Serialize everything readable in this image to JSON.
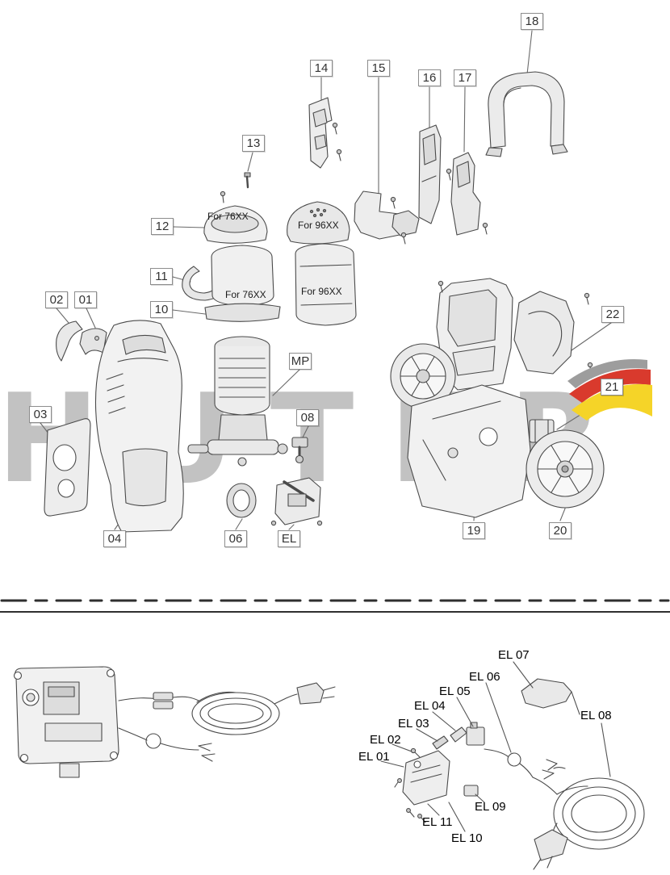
{
  "watermark": {
    "text": "HUTER",
    "color": "#c2c2c2",
    "logo": {
      "red": "#d93a2d",
      "yellow": "#f5d428",
      "gray": "#9d9d9d"
    }
  },
  "top_diagram": {
    "callouts": [
      {
        "label": "01"
      },
      {
        "label": "02"
      },
      {
        "label": "03"
      },
      {
        "label": "04"
      },
      {
        "label": "06"
      },
      {
        "label": "08"
      },
      {
        "label": "10"
      },
      {
        "label": "11"
      },
      {
        "label": "12"
      },
      {
        "label": "13"
      },
      {
        "label": "14"
      },
      {
        "label": "15"
      },
      {
        "label": "16"
      },
      {
        "label": "17"
      },
      {
        "label": "18"
      },
      {
        "label": "19"
      },
      {
        "label": "20"
      },
      {
        "label": "21"
      },
      {
        "label": "22"
      },
      {
        "label": "MP"
      },
      {
        "label": "EL"
      }
    ],
    "variant_labels": [
      "For 76XX",
      "For 96XX",
      "For 76XX",
      "For 96XX"
    ]
  },
  "bottom_diagram": {
    "labels": [
      "EL 01",
      "EL 02",
      "EL 03",
      "EL 04",
      "EL 05",
      "EL 06",
      "EL 07",
      "EL 08",
      "EL 09",
      "EL 10",
      "EL 11"
    ]
  }
}
